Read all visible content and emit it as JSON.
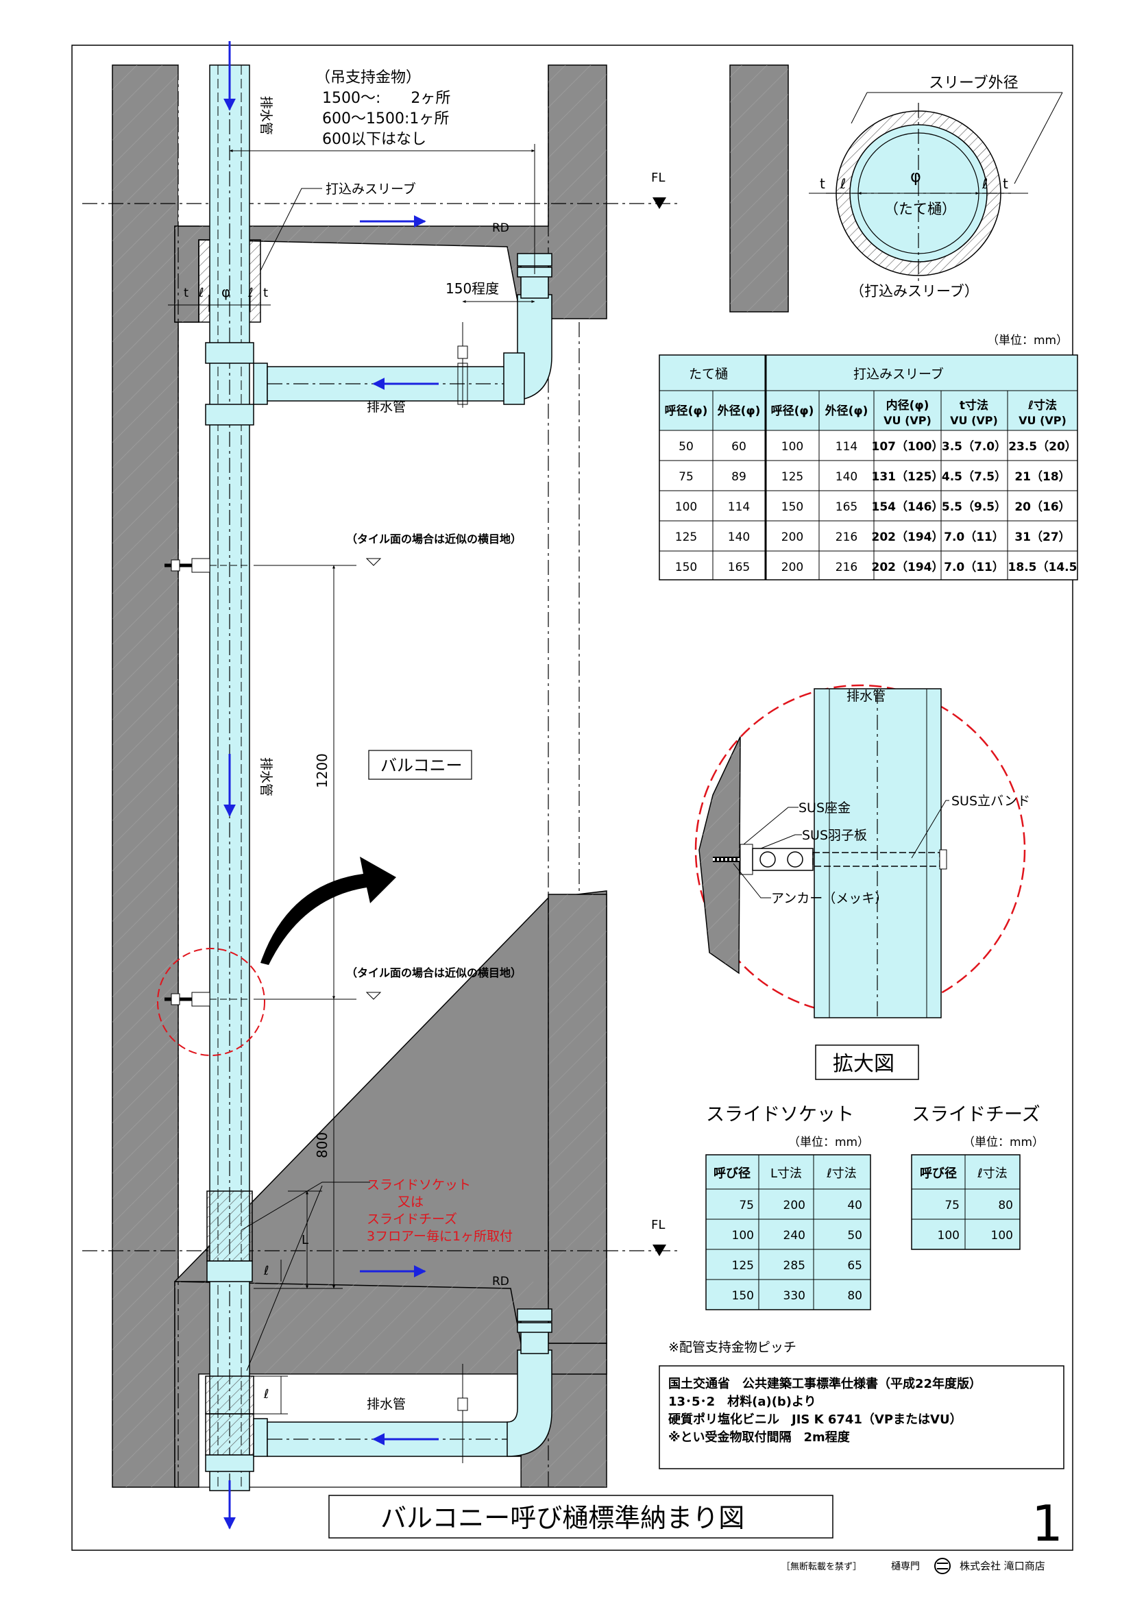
{
  "labels": {
    "hanger_title": "（吊支持金物）",
    "hanger_1": "1500～:　　2ヶ所",
    "hanger_2": "600～1500:1ヶ所",
    "hanger_3": "600以下はなし",
    "drain_pipe_top": "排水管",
    "drain_pipe_mid": "排水管",
    "drain_pipe_branch1": "排水管",
    "drain_pipe_branch2": "排水管",
    "sleeve": "打込みスリーブ",
    "fl1": "FL",
    "fl2": "FL",
    "rd1": "RD",
    "rd2": "RD",
    "dim_150": "150程度",
    "dim_t_left": "t",
    "dim_l_left": "ℓ",
    "dim_phi": "φ",
    "dim_l_right": "ℓ",
    "dim_t_right": "t",
    "tile_note_1": "（タイル面の場合は近似の横目地）",
    "tile_note_2": "（タイル面の場合は近似の横目地）",
    "dim_1200": "1200",
    "dim_800": "800",
    "balcony": "バルコニー",
    "dim_L": "L",
    "dim_l_a": "ℓ",
    "dim_l_b": "ℓ",
    "slide_note_1": "スライドソケット",
    "slide_note_2": "又は",
    "slide_note_3": "スライドチーズ",
    "slide_note_4": "3フロアー毎に1ヶ所取付"
  },
  "section": {
    "sleeve_od": "スリーブ外径",
    "phi": "φ",
    "tategoi": "（たて樋）",
    "sleeve": "（打込みスリーブ）",
    "t1": "t",
    "l1": "ℓ",
    "l2": "ℓ",
    "t2": "t"
  },
  "sleeve_table": {
    "unit": "（単位：mm）",
    "group1": "たて樋",
    "group2": "打込みスリーブ",
    "headers": [
      "呼径(φ)",
      "外径(φ)",
      "呼径(φ)",
      "外径(φ)",
      "内径(φ)\nVU (VP)",
      "t寸法\nVU (VP)",
      "ℓ寸法\nVU (VP)"
    ],
    "rows": [
      [
        "50",
        "60",
        "100",
        "114",
        "107（100）",
        "3.5（7.0）",
        "23.5（20）"
      ],
      [
        "75",
        "89",
        "125",
        "140",
        "131（125）",
        "4.5（7.5）",
        "21（18）"
      ],
      [
        "100",
        "114",
        "150",
        "165",
        "154（146）",
        "5.5（9.5）",
        "20（16）"
      ],
      [
        "125",
        "140",
        "200",
        "216",
        "202（194）",
        "7.0（11）",
        "31（27）"
      ],
      [
        "150",
        "165",
        "200",
        "216",
        "202（194）",
        "7.0（11）",
        "18.5（14.5"
      ]
    ]
  },
  "detail": {
    "pipe": "排水管",
    "washer": "SUS座金",
    "wing_plate": "SUS羽子板",
    "band": "SUS立バンド",
    "anchor": "アンカー（メッキ）",
    "title": "拡大図"
  },
  "socket_table": {
    "title": "スライドソケット",
    "unit": "（単位：mm）",
    "headers": [
      "呼び径",
      "L寸法",
      "ℓ寸法"
    ],
    "rows": [
      [
        "75",
        "200",
        "40"
      ],
      [
        "100",
        "240",
        "50"
      ],
      [
        "125",
        "285",
        "65"
      ],
      [
        "150",
        "330",
        "80"
      ]
    ]
  },
  "tee_table": {
    "title": "スライドチーズ",
    "unit": "（単位：mm）",
    "headers": [
      "呼び径",
      "ℓ寸法"
    ],
    "rows": [
      [
        "75",
        "80"
      ],
      [
        "100",
        "100"
      ]
    ]
  },
  "pitch_note": "※配管支持金物ピッチ",
  "spec_box": [
    "国土交通省　公共建築工事標準仕様書（平成22年度版）",
    "13･5･2　材料(a)(b)より",
    "硬質ポリ塩化ビニル　JIS K 6741（VPまたはVU）",
    "※とい受金物取付間隔　2m程度"
  ],
  "title": "バルコニー呼び樋標準納まり図",
  "page_number": "1",
  "footer": {
    "no_copy": "［無断転載を禁ず］",
    "maker": "樋専門",
    "company": "株式会社 滝口商店"
  },
  "colors": {
    "pipe_fill": "#c9f3f6",
    "wall_fill": "#8c8c8c",
    "arrow_blue": "#1a22e0",
    "note_red": "#e0141c"
  }
}
